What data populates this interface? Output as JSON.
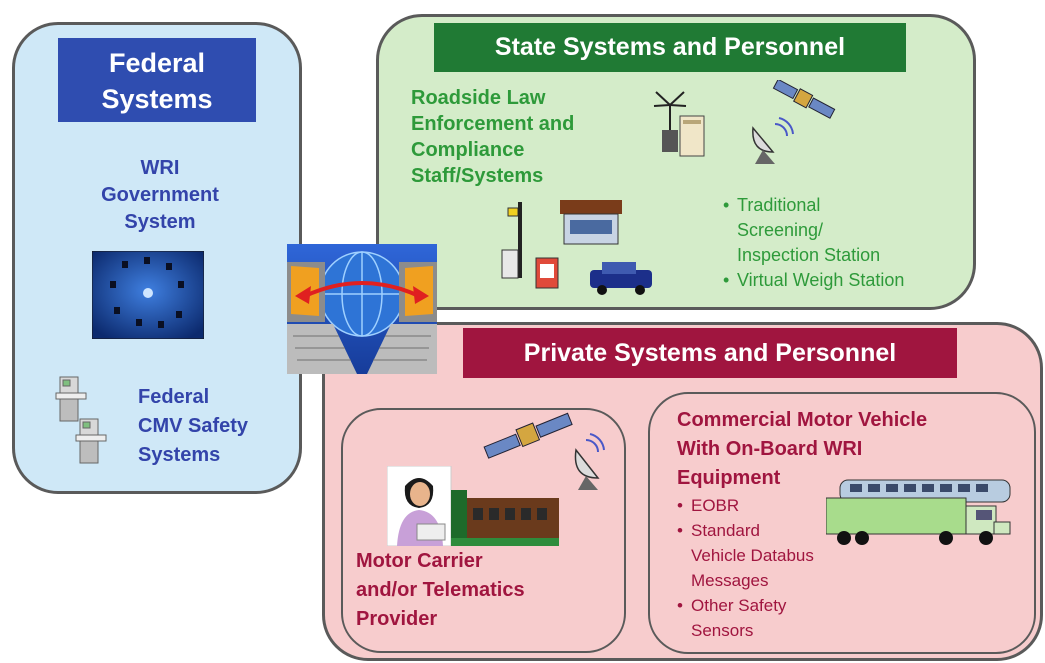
{
  "federal": {
    "header": [
      "Federal",
      "Systems"
    ],
    "wri_label": [
      "WRI",
      "Government",
      "System"
    ],
    "cmv_label": [
      "Federal",
      "CMV Safety",
      "Systems"
    ]
  },
  "state": {
    "header": "State Systems and Personnel",
    "roadside_label": [
      "Roadside Law",
      "Enforcement and",
      "Compliance",
      "Staff/Systems"
    ],
    "bullets": [
      [
        "Traditional",
        "Screening/",
        "Inspection Station"
      ],
      [
        "Virtual Weigh Station"
      ]
    ]
  },
  "private": {
    "header": "Private Systems and Personnel",
    "carrier_label": [
      "Motor Carrier",
      "and/or Telematics",
      "Provider"
    ],
    "cmv_label": [
      "Commercial Motor Vehicle",
      "With On-Board WRI",
      "Equipment"
    ],
    "cmv_bullets": [
      [
        "EOBR"
      ],
      [
        "Standard",
        "Vehicle Databus",
        "Messages"
      ],
      [
        "Other Safety",
        "Sensors"
      ]
    ]
  }
}
